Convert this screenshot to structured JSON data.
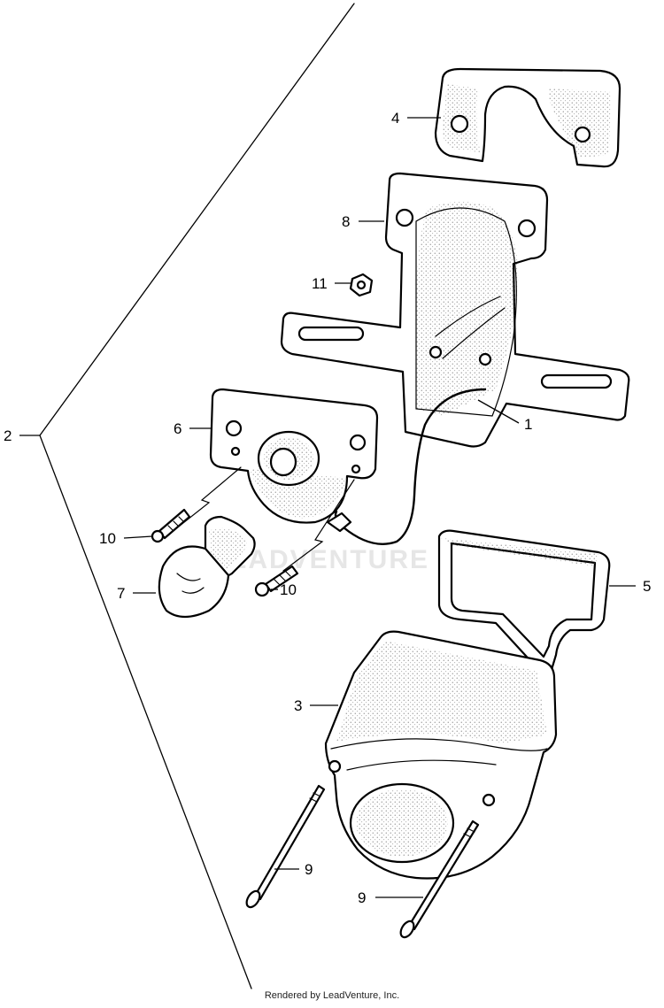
{
  "callouts": {
    "c1": "1",
    "c2": "2",
    "c3": "3",
    "c4": "4",
    "c5": "5",
    "c6": "6",
    "c7": "7",
    "c8": "8",
    "c9a": "9",
    "c9b": "9",
    "c10a": "10",
    "c10b": "10",
    "c11": "11"
  },
  "watermark": "LEADVENTURE",
  "credit": "Rendered by LeadVenture, Inc."
}
